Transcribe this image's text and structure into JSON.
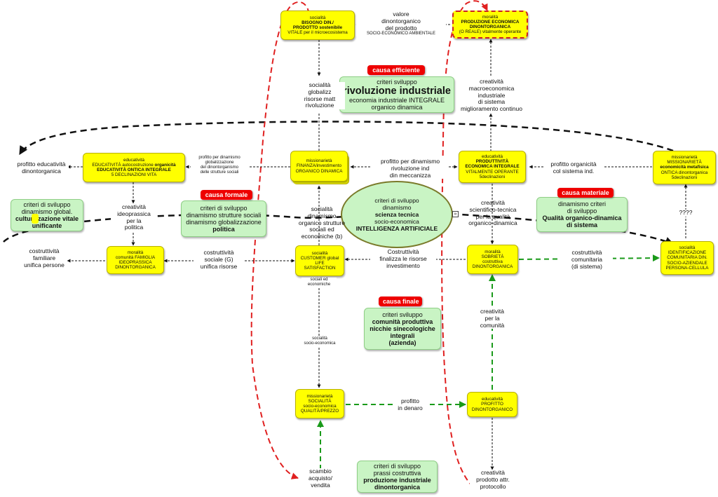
{
  "colors": {
    "yellow": "#ffff00",
    "green_box": "#c9f4c4",
    "red_tag": "#ee0000",
    "red_dashed": "#e02020",
    "green_dashed": "#1a9a1a",
    "black_dashed": "#111111"
  },
  "nodes": {
    "bisogno": {
      "l1": "socialità",
      "l2": "BISOGNO  DIN./",
      "l3": "PRODOTTO sostenibile",
      "l4": "VITALE per il microecosistema"
    },
    "produzione_economica": {
      "l1": "moralità",
      "l2": "PRODUZIONE ECONOMICA",
      "l3": "DINONTORGANICA",
      "l4": "(O REALE) vitalmente operante"
    },
    "educativita_left": {
      "l1": "educatività",
      "l2a": "EDUCATIVITÀ autocostruzione ",
      "l2b": "organicità",
      "l3": "EDUCATIVITÀ  ONTICA INTEGRALE",
      "l4": "5 DECLINAZIONI VITA"
    },
    "finanza": {
      "l1": "missionarietà",
      "l2": "FINANZA/investimento",
      "l3": "ORGANICO DINAMICA"
    },
    "produttivita": {
      "l1": "educatività",
      "l2": "PRODUTTIVITÀ",
      "l3": "ECONOMICA INTEGRALE",
      "l4": "VITALMENTE OPERANTE",
      "l5": "5declinazioni"
    },
    "missionarieta_right": {
      "l1": "missionarietà",
      "l2": "MISSIONARIETÀ",
      "l3": "economicità metafisica",
      "l4": "ONTICA dinontorganica",
      "l5": "5declinazioni"
    },
    "comunita_famiglia": {
      "l1": "moralità",
      "l2": "comunità FAMIGLIA",
      "l3": "IDEOPRASSICA",
      "l4": "DINONTORGANICA"
    },
    "customer": {
      "l1": "socialità",
      "l2": "CUSTOMER  global",
      "l3": "LIFE",
      "l4": "SATISFACTION"
    },
    "sobrieta": {
      "l1": "moralità",
      "l2": "SOBRIETÀ",
      "l3": "costruttiva",
      "l4": "DINONTORGANICA"
    },
    "identificazione": {
      "l1": "socialità",
      "l2": "IDENTIFICAZIONE",
      "l3": "COMUNITARIA DIN.",
      "l4": "SOCIO-AZIENDALE",
      "l5": "PERSONA-CELLULA"
    },
    "socialita_qp": {
      "l1": "missionarietà",
      "l2": "SOCIALITÀ",
      "l3": "socio-economica",
      "l4": "QUALITÀ/PREZZO"
    },
    "profitto_din": {
      "l1": "educatività",
      "l2": "PROFITTO",
      "l3": "DINONTORGANICO"
    }
  },
  "green_boxes": {
    "rivoluzione": {
      "l1": "criteri sviluppo",
      "l2": "rivoluzione industriale",
      "l3": "economia industriale INTEGRALE",
      "l4": "organico dinamica"
    },
    "cultura_vitale": {
      "l1": "criteri di sviluppo",
      "l2": "dinamismo global.",
      "l3": "culturizzazione vitale",
      "l4": "unificante"
    },
    "dinamismo_strutture": {
      "l1": "criteri di sviluppo",
      "l2": "dinamismo strutture sociali",
      "l3": "dinamismo globalizzazione",
      "l4": "politica"
    },
    "scienza_tecnica": {
      "l1": "criteri di sviluppo",
      "l2": "dinamismo",
      "l3": "scienza tecnica",
      "l4": "socio-economica",
      "l5": "INTELLIGENZA ARTIFICIALE"
    },
    "qualita_organico": {
      "l1": "dinamismo criteri",
      "l2": "di sviluppo",
      "l3": "Qualità organico-dinamica",
      "l4": "di sistema"
    },
    "comunita_produttiva": {
      "l1": "criteri sviluppo",
      "l2": "comunità produttiva",
      "l3": "nicchie sinecologiche",
      "l4": "integrali",
      "l5": "(azienda)"
    },
    "prassi_costruttiva": {
      "l1": "criteri di sviluppo",
      "l2": "prassi costruttiva",
      "l3": "produzione industriale",
      "l4": "dinontorganica"
    }
  },
  "tags": {
    "efficiente": "causa efficiente",
    "formale": "causa formale",
    "materiale": "causa materiale",
    "finale": "causa finale"
  },
  "labels": {
    "valore": [
      "valore",
      "dinontorganico",
      "del prodotto",
      "SOCIO-ECONOMICO AMBIENTALE"
    ],
    "socialita_globalizz": [
      "socialità",
      "globalizz",
      "risorse matt",
      "rivoluzione"
    ],
    "creativita_macro": [
      "creatività",
      "macroeconomica",
      "industriale",
      "di sistema",
      "miglioramento continuo"
    ],
    "profitto_educativita": [
      "profitto educatività",
      "dinontorganica"
    ],
    "profitto_per_dinamismo_glob": [
      "profitto per dinamismo",
      "globalizzazione",
      "del dinontorganismo",
      "delle strutture sociali"
    ],
    "profitto_per_dinamismo_riv": [
      "profitto per dinamismo",
      "rivoluzione ind",
      "din meccanizza"
    ],
    "profitto_organicita": [
      "profitto  organicità",
      "col sistema ind."
    ],
    "creativita_ideoprassica": [
      "creatività",
      "ideoprassica",
      "per la",
      "politica"
    ],
    "socialita_dinamismo": [
      "socialità",
      "dinamismo",
      "organico strutture",
      "sociali ed",
      "economiche (b)"
    ],
    "creativita_scientifico": [
      "creatività",
      "scientifico-tecnica",
      "per la qualità",
      "organico-dinamica"
    ],
    "qqqq": [
      "????"
    ],
    "costruttivita_familiare": [
      "costruttività",
      "familiare",
      "unifica persone"
    ],
    "costruttivita_sociale": [
      "costruttività",
      "sociale (G)",
      "unifica risorse"
    ],
    "costruttivita_finalizza": [
      "Costruttività",
      "finalizza le risorse",
      "investimento"
    ],
    "costruttivita_comunitaria": [
      "costruttività",
      "comunitaria",
      "(di sistema)"
    ],
    "sociali_ed": [
      "sociali ed",
      "economiche"
    ],
    "socialita_socio": [
      "socialità",
      "socio-economica"
    ],
    "creativita_comunita": [
      "creatività",
      "per la",
      "comunità"
    ],
    "profitto_denaro": [
      "profitto",
      "in denaro"
    ],
    "scambio": [
      "scambio",
      "acquisto/",
      "vendita"
    ],
    "creativita_prodotto": [
      "creatività",
      "prodotto attr.",
      "protocollo"
    ]
  },
  "icons": {
    "expand": "expand-icon"
  },
  "expand_glyph": "»"
}
